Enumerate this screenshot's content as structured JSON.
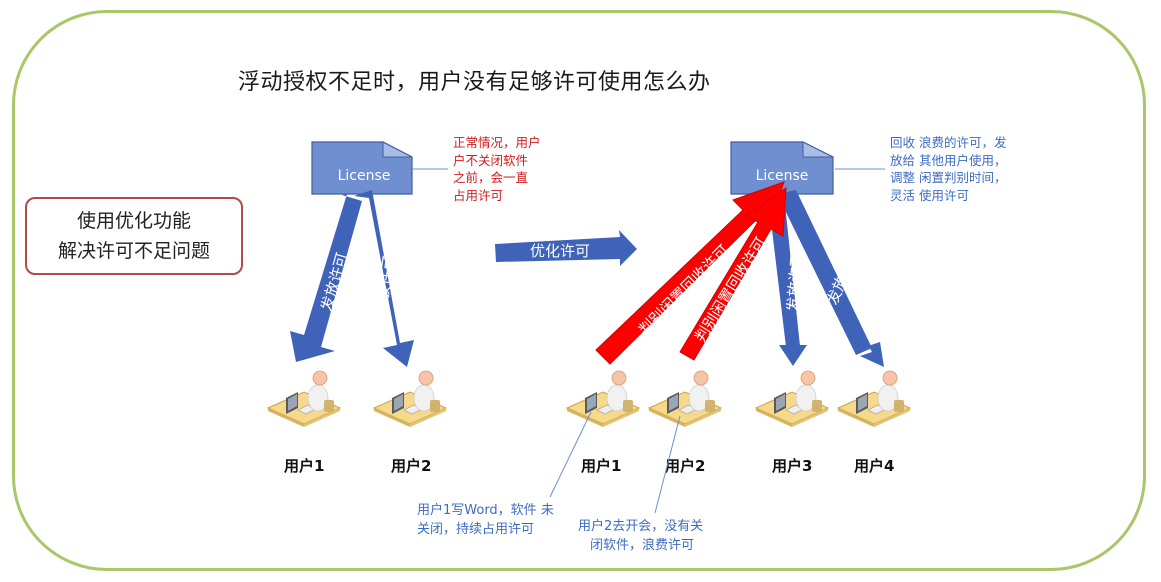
{
  "title": "浮动授权不足时，用户没有足够许可使用怎么办",
  "callout": {
    "line1": "使用优化功能",
    "line2": "解决许可不足问题"
  },
  "license_label": "License",
  "left_note": [
    "正常情况，用户",
    "户不关闭软件",
    "之前，会一直",
    "占用许可"
  ],
  "right_note": [
    "回收 浪费的许可，发",
    "放给 其他用户使用，",
    "调整 闲置判别时间，",
    "灵活 使用许可"
  ],
  "optimize_label": "优化许可",
  "issue_label": "发放许可",
  "reclaim_label": "判别闲置回收许可",
  "users_left": [
    "用户1",
    "用户2"
  ],
  "users_right": [
    "用户1",
    "用户2",
    "用户3",
    "用户4"
  ],
  "user1_note": [
    "用户1写Word，软件 未",
    "关闭，持续占用许可"
  ],
  "user2_note": [
    "用户2去开会，没有关",
    "闭软件，浪费许可"
  ],
  "colors": {
    "frame": "#a9c769",
    "license_fill": "#6f8fd0",
    "blue_arrow": "#3f63b8",
    "red_arrow": "#ff0000",
    "callout_border": "#b24a4a"
  }
}
